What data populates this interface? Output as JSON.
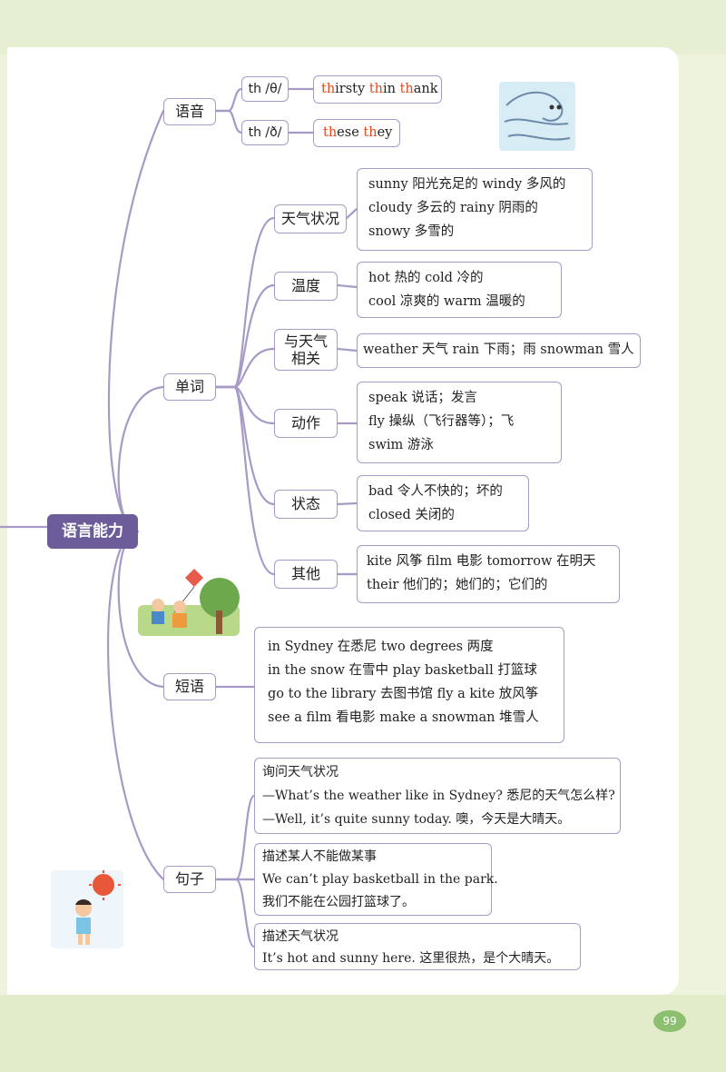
{
  "root": "语言能力",
  "categories": {
    "pronunciation": "语音",
    "words": "单词",
    "phrases": "短语",
    "sentences": "句子"
  },
  "pronunciation": {
    "th1": {
      "label": "th /θ/",
      "pre": [
        "",
        "",
        ""
      ],
      "hl": [
        "th",
        "th",
        "th"
      ],
      "rest": [
        "irsty",
        "in",
        "ank"
      ]
    },
    "th2": {
      "label": "th /ð/",
      "hl": [
        "th",
        "th"
      ],
      "rest": [
        "ese",
        "ey"
      ]
    }
  },
  "word_groups": [
    {
      "label": "天气状况",
      "lines": [
        "sunny 阳光充足的   windy 多风的",
        "cloudy 多云的   rainy 阴雨的",
        "snowy 多雪的"
      ]
    },
    {
      "label": "温度",
      "lines": [
        "hot 热的   cold 冷的",
        "cool 凉爽的   warm 温暖的"
      ]
    },
    {
      "label": "与天气相关",
      "label_line1": "与天气",
      "label_line2": "相关",
      "lines": [
        "weather 天气   rain 下雨；雨   snowman 雪人"
      ]
    },
    {
      "label": "动作",
      "lines": [
        "speak 说话；发言",
        "fly 操纵（飞行器等）；飞",
        "swim 游泳"
      ]
    },
    {
      "label": "状态",
      "lines": [
        "bad 令人不快的；坏的",
        "closed 关闭的"
      ]
    },
    {
      "label": "其他",
      "lines": [
        "kite 风筝   film 电影   tomorrow 在明天",
        "their 他们的；她们的；它们的"
      ]
    }
  ],
  "phrases": [
    "in Sydney 在悉尼   two degrees 两度",
    "in the snow 在雪中   play basketball 打篮球",
    "go to the library 去图书馆   fly a kite 放风筝",
    "see a film 看电影   make a snowman 堆雪人"
  ],
  "sentences": [
    {
      "lines": [
        "询问天气状况",
        "—What’s the weather like in Sydney? 悉尼的天气怎么样?",
        "—Well, it’s quite sunny today. 噢，今天是大晴天。"
      ]
    },
    {
      "lines": [
        "描述某人不能做某事",
        "We can’t play basketball in the park.",
        "我们不能在公园打篮球了。"
      ]
    },
    {
      "lines": [
        "描述天气状况",
        "It’s hot and sunny here. 这里很热，是个大晴天。"
      ]
    }
  ],
  "page_number": "99",
  "colors": {
    "branch": "#a79ac6",
    "root_bg": "#6d5c9a",
    "highlight": "#e24a1c"
  }
}
